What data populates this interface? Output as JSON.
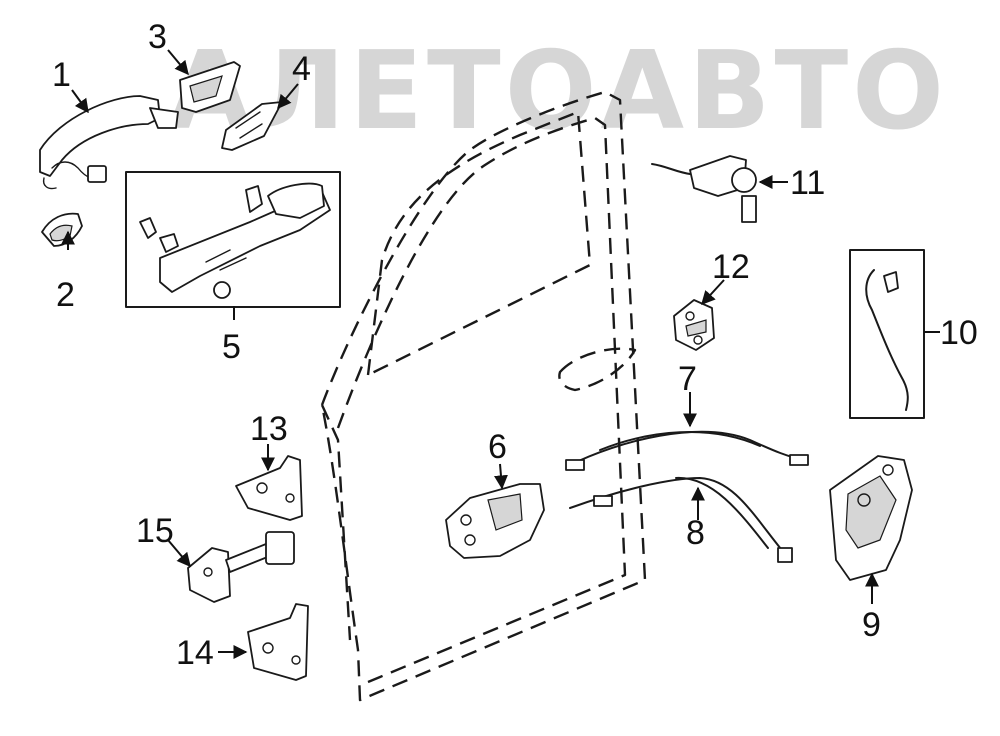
{
  "watermark": {
    "text": "АЛЕТОАВТО",
    "color": "#c9c9c9"
  },
  "callouts": [
    {
      "id": "1",
      "label": "1"
    },
    {
      "id": "2",
      "label": "2"
    },
    {
      "id": "3",
      "label": "3"
    },
    {
      "id": "4",
      "label": "4"
    },
    {
      "id": "5",
      "label": "5"
    },
    {
      "id": "6",
      "label": "6"
    },
    {
      "id": "7",
      "label": "7"
    },
    {
      "id": "8",
      "label": "8"
    },
    {
      "id": "9",
      "label": "9"
    },
    {
      "id": "10",
      "label": "10"
    },
    {
      "id": "11",
      "label": "11"
    },
    {
      "id": "12",
      "label": "12"
    },
    {
      "id": "13",
      "label": "13"
    },
    {
      "id": "14",
      "label": "14"
    },
    {
      "id": "15",
      "label": "15"
    }
  ]
}
